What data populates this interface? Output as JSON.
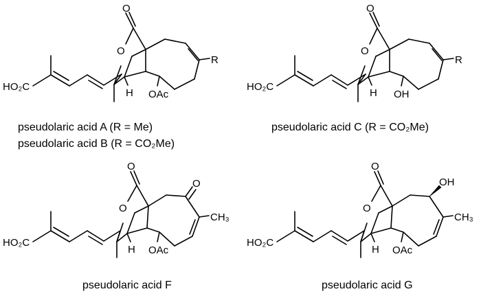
{
  "compounds": [
    {
      "caption_lines": [
        "pseudolaric acid A   (R = Me)",
        "pseudolaric acid B   (R = CO₂Me)"
      ],
      "labels": {
        "ho2c": "HO₂C",
        "o_carbonyl": "O",
        "o_ring": "O",
        "r": "R",
        "h": "H",
        "sub": "OAc"
      }
    },
    {
      "caption_lines": [
        "pseudolaric acid C   (R = CO₂Me)"
      ],
      "labels": {
        "ho2c": "HO₂C",
        "o_carbonyl": "O",
        "o_ring": "O",
        "r": "R",
        "h": "H",
        "sub": "OH"
      }
    },
    {
      "caption_lines": [
        "pseudolaric acid F"
      ],
      "labels": {
        "ho2c": "HO₂C",
        "o_carbonyl": "O",
        "o_ring": "O",
        "ketone": "O",
        "ch3": "CH₃",
        "h": "H",
        "sub": "OAc"
      }
    },
    {
      "caption_lines": [
        "pseudolaric acid G"
      ],
      "labels": {
        "ho2c": "HO₂C",
        "o_carbonyl": "O",
        "o_ring": "O",
        "oh": "OH",
        "ch3": "CH₃",
        "h": "H",
        "sub": "OAc"
      }
    }
  ]
}
